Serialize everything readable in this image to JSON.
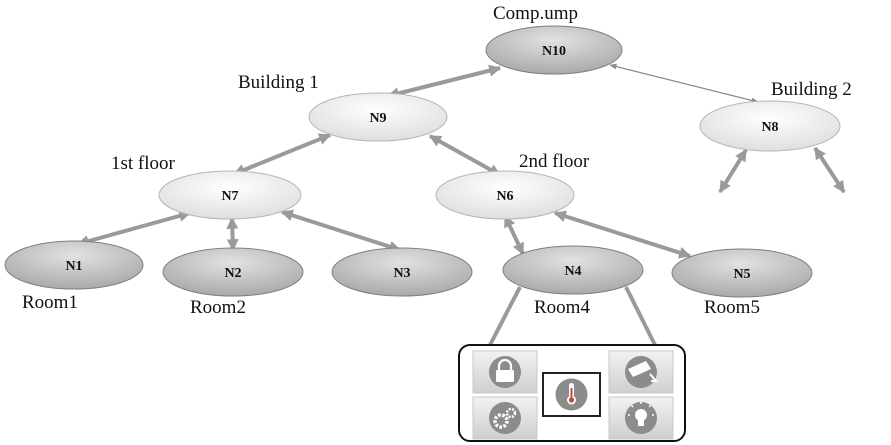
{
  "diagram": {
    "nodes": {
      "n10": "N10",
      "n9": "N9",
      "n8": "N8",
      "n7": "N7",
      "n6": "N6",
      "n1": "N1",
      "n2": "N2",
      "n3": "N3",
      "n4": "N4",
      "n5": "N5"
    },
    "labels": {
      "root": "Comp.ump",
      "building1": "Building 1",
      "building2": "Building 2",
      "floor1": "1st floor",
      "floor2": "2nd floor",
      "room1": "Room1",
      "room2": "Room2",
      "room4": "Room4",
      "room5": "Room5"
    },
    "device_icons": [
      "lock-icon",
      "camera-icon",
      "thermometer-icon",
      "gear-icon",
      "light-bulb-icon"
    ],
    "colors": {
      "dark_node": "#b9b9b9",
      "light_node": "#ececec",
      "edge": "#9a9a9a"
    }
  }
}
